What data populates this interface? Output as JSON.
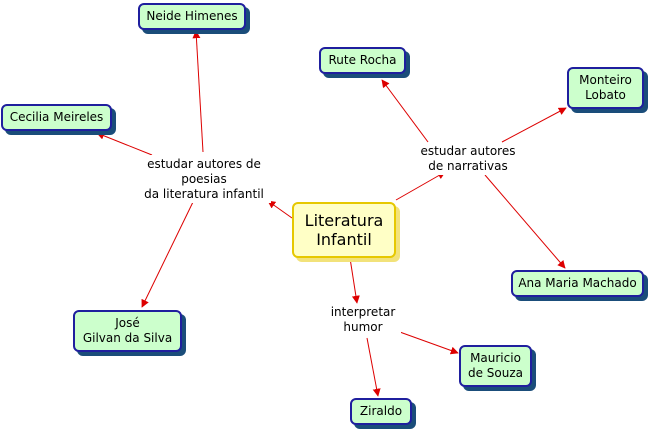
{
  "map": {
    "center": "Literatura\nInfantil",
    "poesia_link": "estudar autores de\npoesias\nda literatura infantil",
    "narrativa_link": "estudar autores\nde narrativas",
    "humor_link": "interpretar\nhumor",
    "neide": "Neide Himenes",
    "cecilia": "Cecilia Meireles",
    "jose": "José\nGilvan da Silva",
    "rute": "Rute Rocha",
    "monteiro": "Monteiro\nLobato",
    "ana": "Ana Maria Machado",
    "mauricio": "Mauricio\nde Souza",
    "ziraldo": "Ziraldo"
  },
  "colors": {
    "concept_fill": "#ccffcc",
    "concept_border": "#1f1f9e",
    "center_fill": "#ffffc6",
    "center_border": "#e6c800",
    "arrow": "#dd0000"
  }
}
